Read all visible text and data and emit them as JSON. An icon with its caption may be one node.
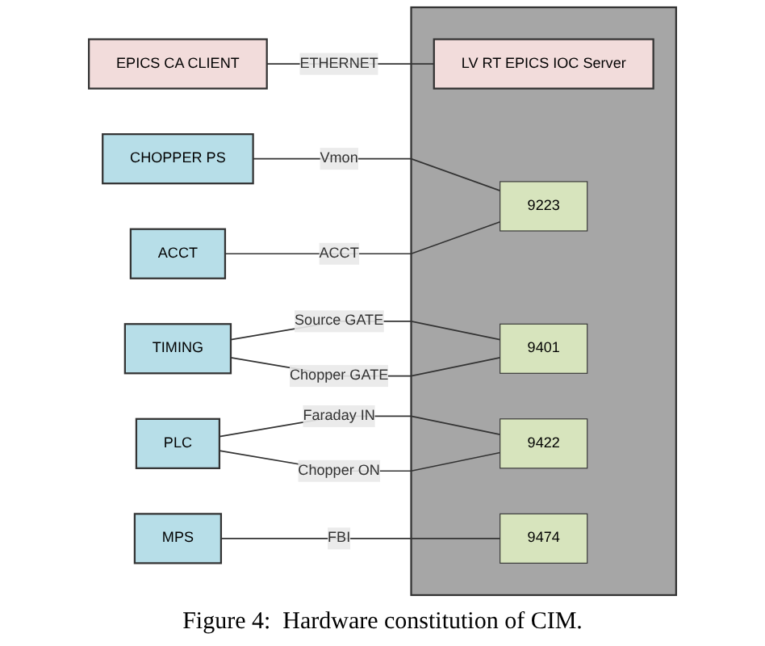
{
  "diagram": {
    "caption": "Figure 4:  Hardware constitution of CIM.",
    "nodes": [
      {
        "text": [
          "PLC"
        ]
      },
      {
        "text": [
          "TIMING"
        ]
      },
      {
        "text": [
          "CHOPPER PS"
        ]
      },
      {
        "text": [
          "ACCT"
        ]
      },
      {
        "text": [
          "EPICS CA CLIENT"
        ]
      },
      {
        "text": [],
        "shape": "box"
      },
      {
        "text": [
          "LV RT EPICS IOC Server"
        ],
        "in": 5
      },
      {
        "text": [
          "9223"
        ],
        "in": 5
      },
      {
        "text": [
          "9401"
        ],
        "in": 5
      },
      {
        "text": [
          "9422"
        ],
        "in": 5
      },
      {
        "text": [
          "9474"
        ],
        "in": 5
      },
      {
        "text": [
          "MPS"
        ]
      }
    ],
    "edges": [
      {
        "from": 0,
        "to": 9,
        "arrow": "none",
        "label": "Faraday IN"
      },
      {
        "from": 0,
        "to": 9,
        "arrow": "none",
        "label": "Chopper ON"
      },
      {
        "from": 1,
        "to": 8,
        "arrow": "none",
        "label": "Source GATE"
      },
      {
        "from": 1,
        "to": 8,
        "arrow": "none",
        "label": "Chopper GATE"
      },
      {
        "from": 2,
        "to": 7,
        "arrow": "none",
        "label": "Vmon"
      },
      {
        "from": 3,
        "to": 7,
        "arrow": "none",
        "label": "ACCT"
      },
      {
        "from": 4,
        "to": 6,
        "arrow": "none",
        "label": "ETHERNET"
      },
      {
        "from": 11,
        "to": 10,
        "arrow": "none",
        "label": "FBI"
      }
    ]
  }
}
